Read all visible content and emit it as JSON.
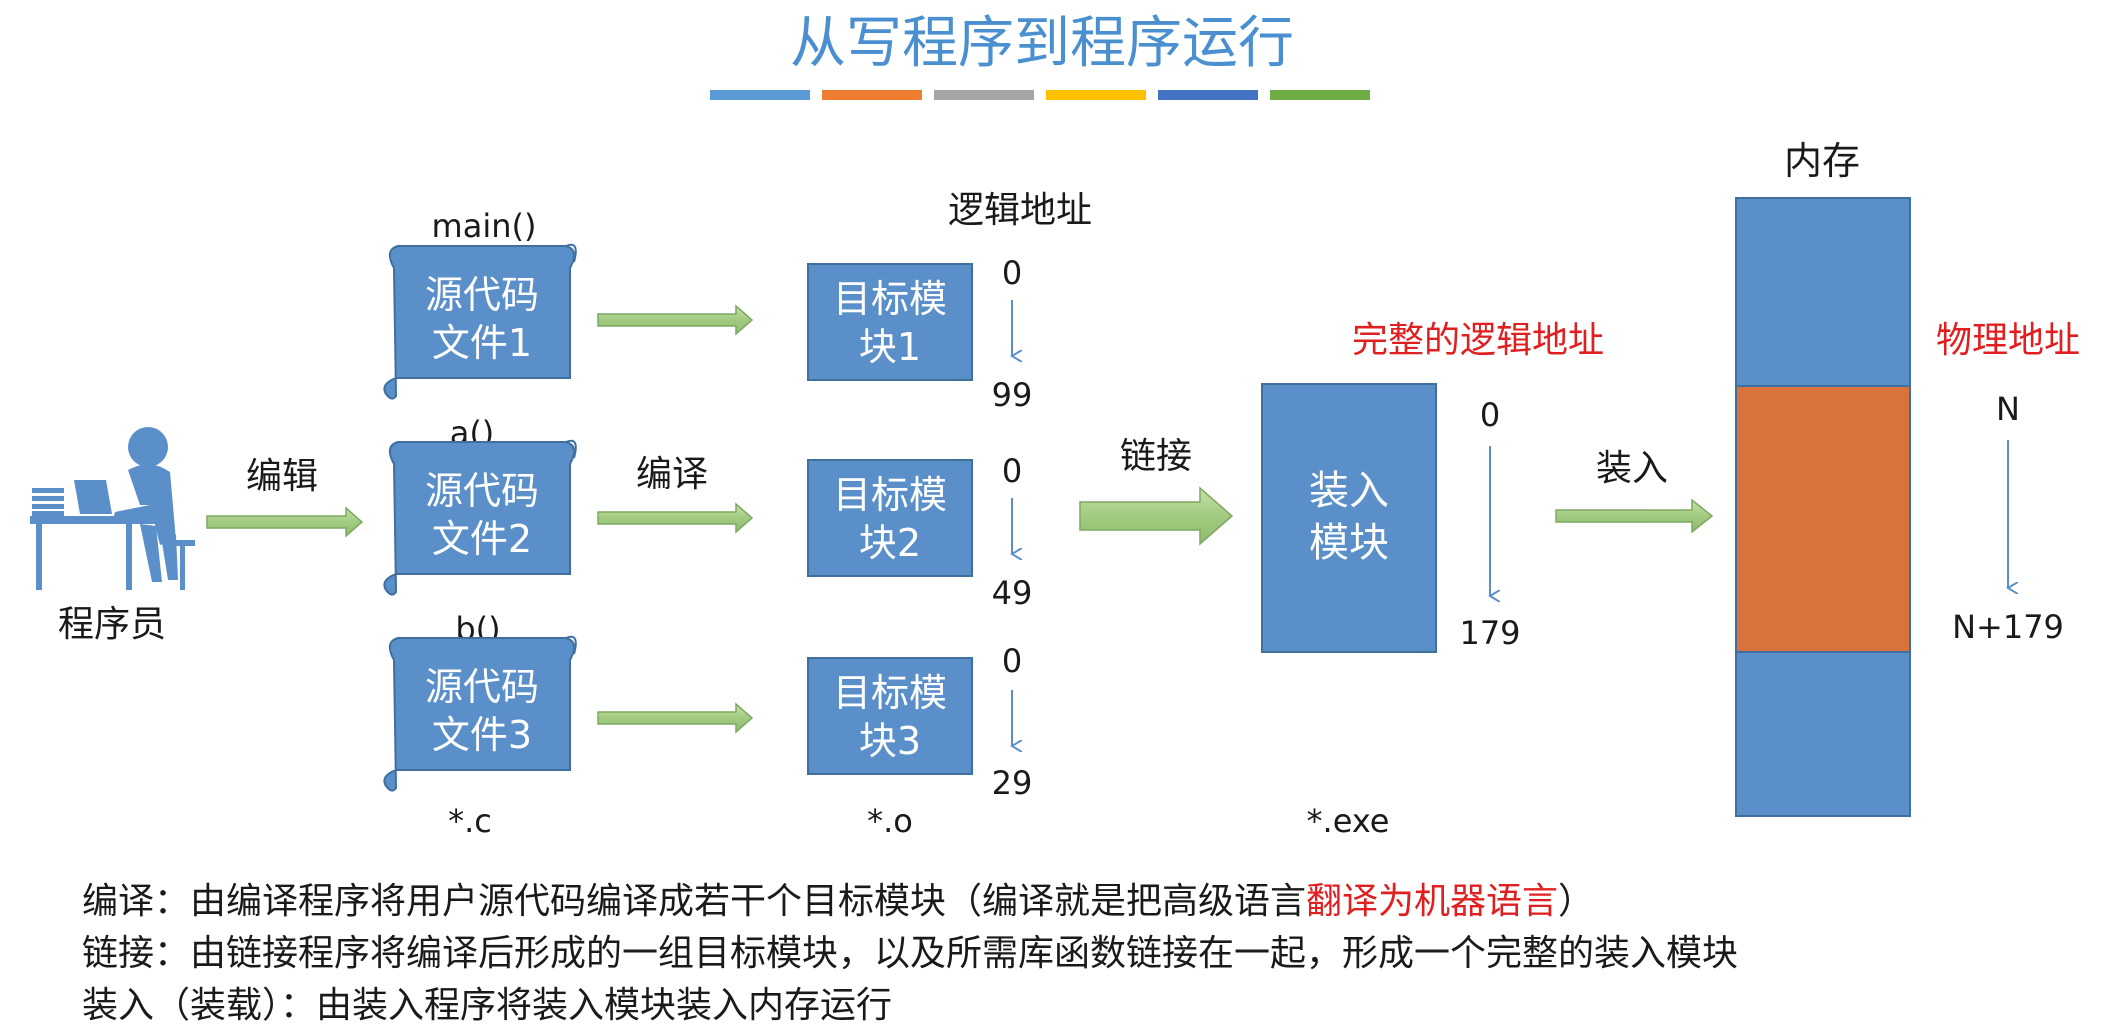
{
  "title": "从写程序到程序运行",
  "title_bar_colors": [
    "#5b9bd5",
    "#ed7d31",
    "#a5a5a5",
    "#ffc000",
    "#4472c4",
    "#70ad47"
  ],
  "programmer": {
    "label": "程序员"
  },
  "edit_label": "编辑",
  "compile_label": "编译",
  "link_label": "链接",
  "load_label": "装入",
  "logical_address_label": "逻辑地址",
  "complete_logical_address_label": "完整的逻辑地址",
  "physical_address_label": "物理地址",
  "memory_label": "内存",
  "source_files": [
    {
      "func": "main()",
      "line1": "源代码",
      "line2": "文件1"
    },
    {
      "func": "a()",
      "line1": "源代码",
      "line2": "文件2"
    },
    {
      "func": "b()",
      "line1": "源代码",
      "line2": "文件3"
    }
  ],
  "object_modules": [
    {
      "line1": "目标模",
      "line2": "块1",
      "start": "0",
      "end": "99"
    },
    {
      "line1": "目标模",
      "line2": "块2",
      "start": "0",
      "end": "49"
    },
    {
      "line1": "目标模",
      "line2": "块3",
      "start": "0",
      "end": "29"
    }
  ],
  "load_module": {
    "line1": "装入",
    "line2": "模块",
    "start": "0",
    "end": "179"
  },
  "physical": {
    "start": "N",
    "end": "N+179"
  },
  "ext_c": "*.c",
  "ext_o": "*.o",
  "ext_exe": "*.exe",
  "colors": {
    "box_blue": "#5b8fc9",
    "box_border": "#3f6f9f",
    "memory_orange": "#d8733e",
    "arrow_green": "#a9cf8b",
    "arrow_border": "#7ea862",
    "title_blue": "#4a8fd0",
    "highlight_red": "#e02020"
  },
  "notes": {
    "compile": {
      "prefix": "编译：由编译程序将用户源代码编译成若干个目标模块（编译就是把高级语言",
      "highlight": "翻译为机器语言",
      "suffix": "）"
    },
    "link": "链接：由链接程序将编译后形成的一组目标模块，以及所需库函数链接在一起，形成一个完整的装入模块",
    "load": "装入（装载）：由装入程序将装入模块装入内存运行"
  }
}
